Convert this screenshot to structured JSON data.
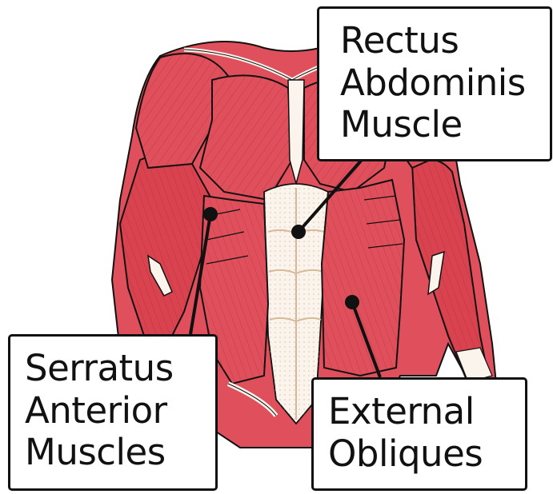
{
  "colors": {
    "muscle": "#e0505c",
    "muscle_dark": "#a5202c",
    "muscle_line": "#7a1520",
    "tendon": "#fbf4ec",
    "tendon_line": "#d7b99a",
    "outline": "#111111"
  },
  "labels": {
    "rectus": [
      "Rectus",
      "Abdominis",
      "Muscle"
    ],
    "serratus": [
      "Serratus",
      "Anterior",
      "Muscles"
    ],
    "obliques": [
      "External",
      "Obliques"
    ]
  }
}
